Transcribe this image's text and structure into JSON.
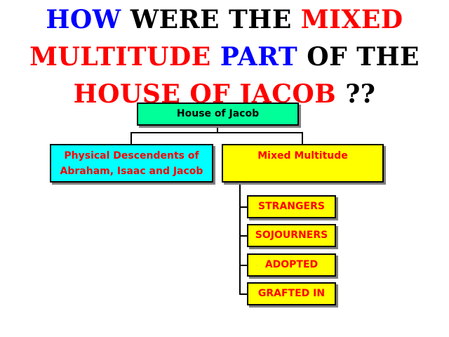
{
  "title": {
    "line1": [
      {
        "text": "HOW",
        "color": "#0000ff"
      },
      {
        "text": " WERE THE ",
        "color": "#000000"
      },
      {
        "text": "MIXED",
        "color": "#ff0000"
      }
    ],
    "line2": [
      {
        "text": "MULTITUDE",
        "color": "#ff0000"
      },
      {
        "text": " PART",
        "color": "#0000ff"
      },
      {
        "text": " OF THE",
        "color": "#000000"
      }
    ],
    "line3": [
      {
        "text": "HOUSE OF JACOB",
        "color": "#ff0000"
      },
      {
        "text": " ??",
        "color": "#000000"
      }
    ]
  },
  "diagram": {
    "root": {
      "label": "House of Jacob",
      "fill": "#00ff99"
    },
    "left": {
      "line1": "Physical Descendents of",
      "line2": "Abraham, Isaac and Jacob",
      "fill": "#00ffff"
    },
    "right": {
      "label": "Mixed Multitude",
      "fill": "#ffff00"
    },
    "children": [
      {
        "label": "STRANGERS"
      },
      {
        "label": "SOJOURNERS"
      },
      {
        "label": "ADOPTED"
      },
      {
        "label": "GRAFTED IN"
      }
    ]
  }
}
